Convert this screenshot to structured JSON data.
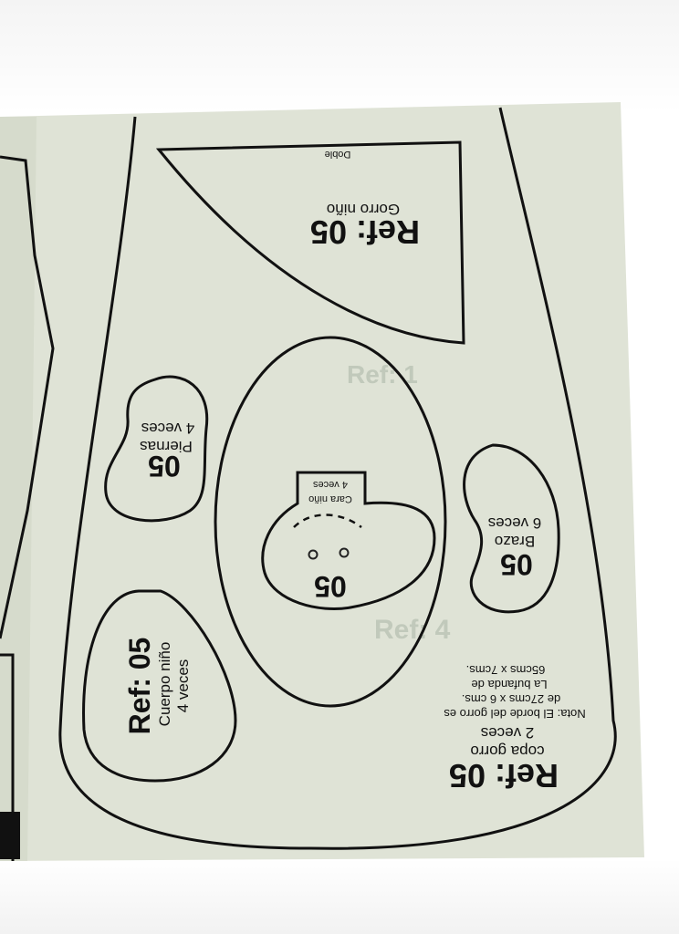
{
  "gorro_nino": {
    "fold_label": "Doble",
    "title": "Ref: 05",
    "subtitle": "Gorro niño"
  },
  "piernas": {
    "title": "05",
    "name": "Piernas",
    "count": "4 veces"
  },
  "cara_nino": {
    "name": "Cara niño",
    "count": "4 veces",
    "title": "05"
  },
  "brazo": {
    "title": "05",
    "name": "Brazo",
    "count": "6 veces"
  },
  "cuerpo_nino": {
    "title": "Ref: 05",
    "name": "Cuerpo niño",
    "count": "4 veces"
  },
  "copa_gorro": {
    "title": "Ref: 05",
    "name": "copa gorro",
    "count": "2 veces",
    "note_line1": "Nota: El borde del gorro es",
    "note_line2": "de 27cms x 6 cms.",
    "note_line3": "La bufanda de",
    "note_line4": "65cms x 7cms."
  },
  "colors": {
    "paper": "#dfe3d6",
    "ink": "#111111"
  }
}
